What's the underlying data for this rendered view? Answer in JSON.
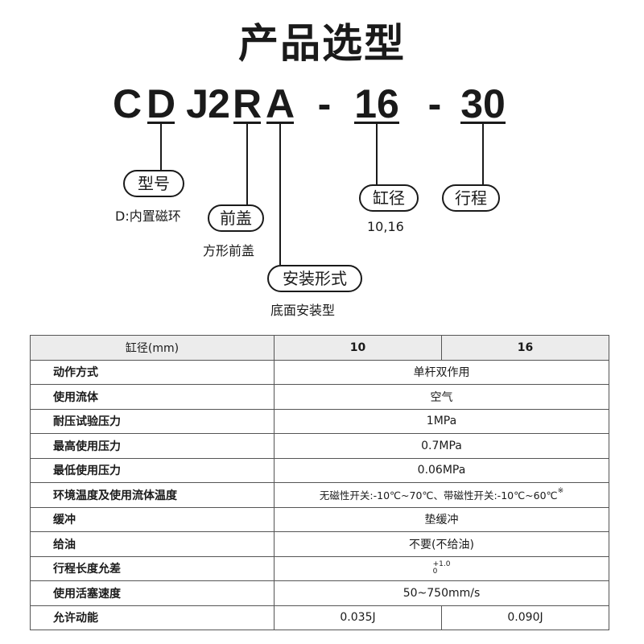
{
  "title": "产品选型",
  "model_code": {
    "letters": [
      "C",
      "D",
      "J",
      "2",
      "R",
      "A",
      "-",
      "16",
      "-",
      "30"
    ]
  },
  "callouts": {
    "type": {
      "label": "型号",
      "note": "D:内置磁环"
    },
    "front_cover": {
      "label": "前盖",
      "note": "方形前盖"
    },
    "mounting": {
      "label": "安装形式",
      "note": "底面安装型"
    },
    "bore": {
      "label": "缸径",
      "note": "10,16"
    },
    "stroke": {
      "label": "行程"
    }
  },
  "table": {
    "header": {
      "label": "缸径(mm)",
      "col1": "10",
      "col2": "16"
    },
    "rows": [
      {
        "label": "动作方式",
        "value": "单杆双作用"
      },
      {
        "label": "使用流体",
        "value": "空气"
      },
      {
        "label": "耐压试验压力",
        "value": "1MPa"
      },
      {
        "label": "最高使用压力",
        "value": "0.7MPa"
      },
      {
        "label": "最低使用压力",
        "value": "0.06MPa"
      },
      {
        "label": "环境温度及使用流体温度",
        "value": "无磁性开关:-10℃~70℃、带磁性开关:-10℃~60℃",
        "mark": "※"
      },
      {
        "label": "缓冲",
        "value": "垫缓冲"
      },
      {
        "label": "给油",
        "value": "不要(不给油)"
      },
      {
        "label": "行程长度允差",
        "tol_upper": "+1.0",
        "tol_lower": "0"
      },
      {
        "label": "使用活塞速度",
        "value": "50~750mm/s"
      },
      {
        "label": "允许动能",
        "col1": "0.035J",
        "col2": "0.090J"
      }
    ]
  }
}
